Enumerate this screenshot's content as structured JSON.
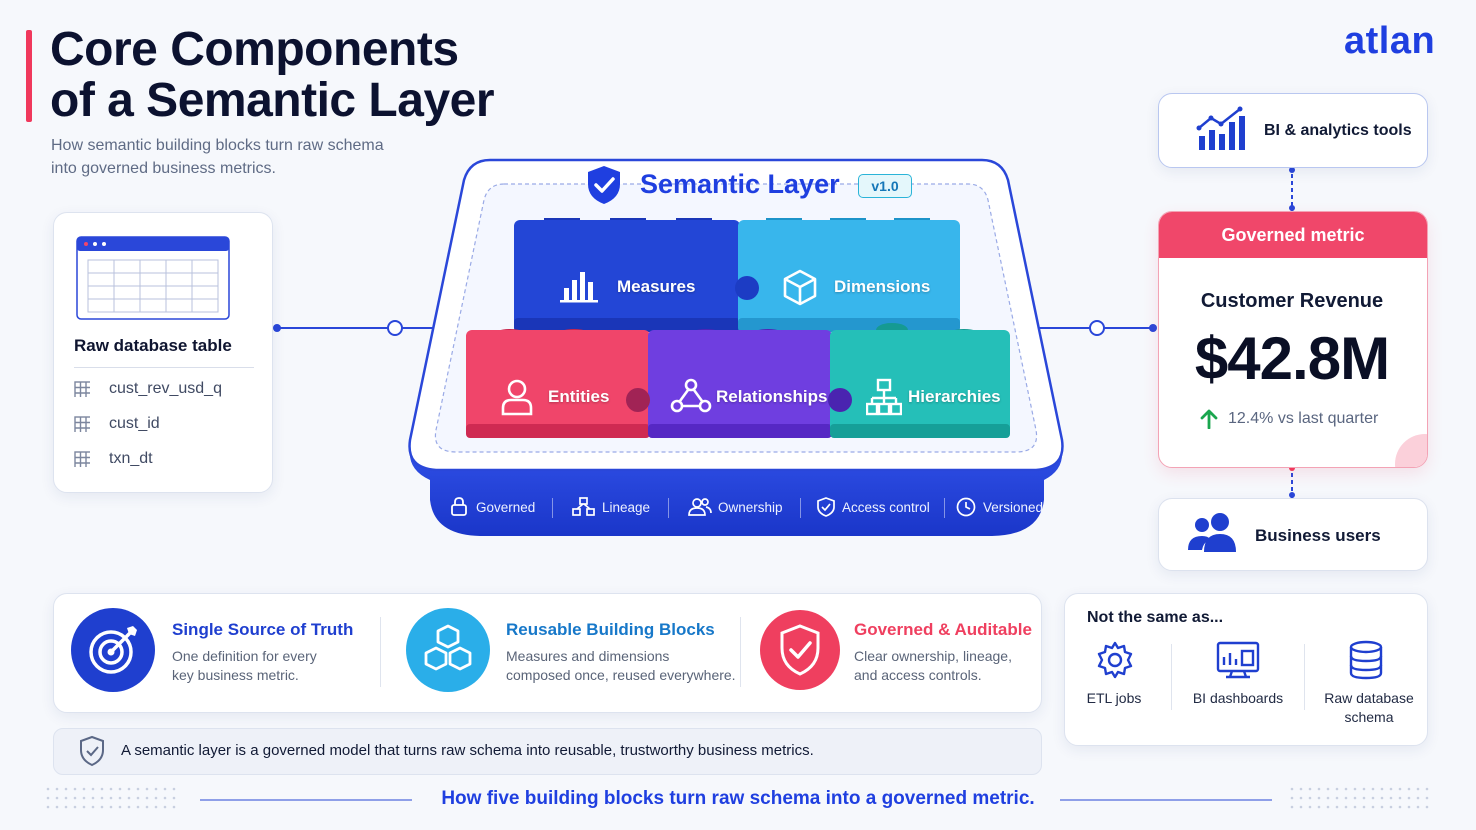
{
  "header": {
    "title": "Core Components\nof a Semantic Layer",
    "subtitle": "How semantic building blocks turn raw schema into governed business metrics.",
    "logo": "atlan"
  },
  "raw_table": {
    "title": "Raw database table",
    "fields": [
      "cust_rev_usd_q",
      "cust_id",
      "txn_dt"
    ]
  },
  "semantic_layer": {
    "title": "Semantic Layer",
    "version": "v1.0",
    "blocks": [
      {
        "label": "Measures",
        "icon": "bar-chart-icon"
      },
      {
        "label": "Dimensions",
        "icon": "cube-icon"
      },
      {
        "label": "Entities",
        "icon": "person-icon"
      },
      {
        "label": "Relationships",
        "icon": "network-icon"
      },
      {
        "label": "Hierarchies",
        "icon": "hierarchy-icon"
      }
    ],
    "features": [
      {
        "label": "Governed",
        "icon": "lock-icon"
      },
      {
        "label": "Lineage",
        "icon": "lineage-icon"
      },
      {
        "label": "Ownership",
        "icon": "users-icon"
      },
      {
        "label": "Access control",
        "icon": "shield-check-icon"
      },
      {
        "label": "Versioned",
        "icon": "clock-icon"
      }
    ]
  },
  "right_panel": {
    "bi_tools": "BI & analytics tools",
    "governed_metric": {
      "header": "Governed metric",
      "label": "Customer Revenue",
      "value": "$42.8M",
      "change": "12.4% vs last quarter"
    },
    "business_users": "Business users"
  },
  "benefits": [
    {
      "title": "Single Source of Truth",
      "desc1": "One definition for every",
      "desc2": "key business metric.",
      "color": "#1f3fcf",
      "title_color": "#1f3fcf"
    },
    {
      "title": "Reusable Building Blocks",
      "desc1": "Measures and dimensions",
      "desc2": "composed once, reused everywhere.",
      "color": "#27a9e8",
      "title_color": "#1778c9"
    },
    {
      "title": "Governed & Auditable",
      "desc1": "Clear ownership, lineage,",
      "desc2": "and access controls.",
      "color": "#ef3f5f",
      "title_color": "#ef3f5f"
    }
  ],
  "not_same": {
    "title": "Not the same as...",
    "items": [
      {
        "line1": "ETL jobs",
        "line2": ""
      },
      {
        "line1": "BI dashboards",
        "line2": ""
      },
      {
        "line1": "Raw database",
        "line2": "schema"
      }
    ]
  },
  "definition": "A semantic layer is a governed model that turns raw schema  into reusable, trustworthy business metrics.",
  "footer": "How five building blocks turn raw schema into a governed metric.",
  "colors": {
    "accent_blue": "#1f3fe0",
    "accent_red": "#f0385c",
    "measures": "#2346d6",
    "dimensions": "#35b3ea",
    "entities": "#f0456a",
    "relationships": "#6f3ee0",
    "hierarchies": "#25bfb8"
  }
}
